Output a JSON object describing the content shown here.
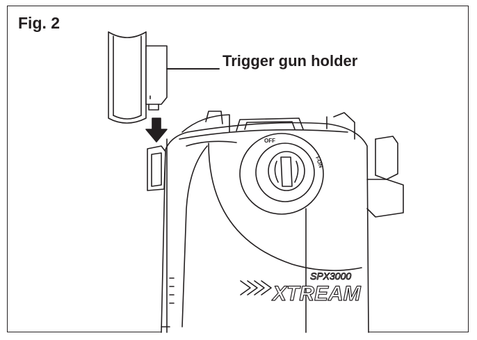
{
  "figure": {
    "label": "Fig. 2",
    "callout": "Trigger gun holder"
  },
  "unit_markings": {
    "off_label": "OFF",
    "on_label": "I-ON",
    "model_label": "SPX3000",
    "brand_label": "XTREAM"
  },
  "colors": {
    "line": "#231f20",
    "background": "#ffffff"
  },
  "icons": {
    "insert_arrow": "arrow-down-icon"
  }
}
